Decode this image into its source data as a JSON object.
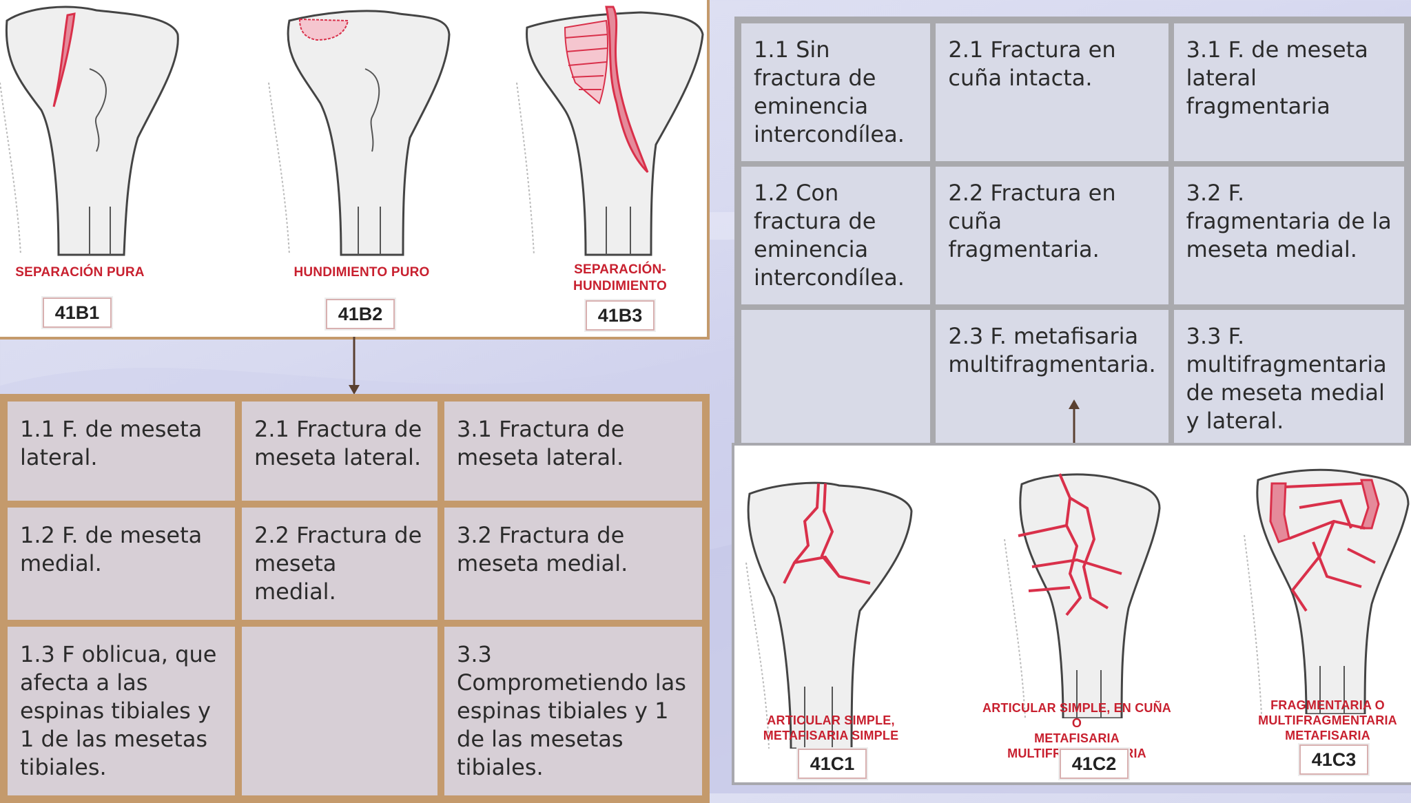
{
  "group_b": {
    "types": [
      {
        "caption_lines": [
          "SEPARACIÓN PURA"
        ],
        "code": "41B1"
      },
      {
        "caption_lines": [
          "HUNDIMIENTO PURO"
        ],
        "code": "41B2"
      },
      {
        "caption_lines": [
          "SEPARACIÓN-",
          "HUNDIMIENTO"
        ],
        "code": "41B3"
      }
    ],
    "table": [
      [
        "1.1 F. de meseta lateral.",
        "2.1 Fractura de meseta lateral.",
        "3.1 Fractura de meseta lateral."
      ],
      [
        "1.2 F. de meseta medial.",
        "2.2 Fractura de meseta medial.",
        "3.2 Fractura de meseta medial."
      ],
      [
        "1.3 F oblicua, que afecta a las espinas tibiales y 1 de las mesetas tibiales.",
        "",
        "3.3 Comprometiendo las espinas tibiales y 1 de las mesetas tibiales."
      ]
    ]
  },
  "group_c": {
    "types": [
      {
        "caption_lines": [
          "ARTICULAR SIMPLE,",
          "METAFISARIA SIMPLE"
        ],
        "code": "41C1"
      },
      {
        "caption_lines": [
          "ARTICULAR SIMPLE, EN CUÑA O",
          "METAFISARIA",
          "MULTIFRAGMENTARIA"
        ],
        "code": "41C2"
      },
      {
        "caption_lines": [
          "FRAGMENTARIA O",
          "MULTIFRAGMENTARIA",
          "METAFISARIA"
        ],
        "code": "41C3"
      }
    ],
    "table": [
      [
        "1.1 Sin fractura de eminencia intercondílea.",
        "2.1 Fractura en cuña intacta.",
        "3.1 F. de meseta lateral fragmentaria"
      ],
      [
        "1.2 Con fractura de eminencia intercondílea.",
        "2.2 Fractura en cuña fragmentaria.",
        "3.2 F. fragmentaria de la meseta medial."
      ],
      [
        "",
        "2.3 F. metafisaria multifragmentaria.",
        "3.3 F. multifragmentaria de meseta medial y lateral."
      ]
    ]
  },
  "colors": {
    "fracture_red": "#d9304a",
    "b_border": "#c49a6c",
    "c_border": "#a9a9ad"
  }
}
